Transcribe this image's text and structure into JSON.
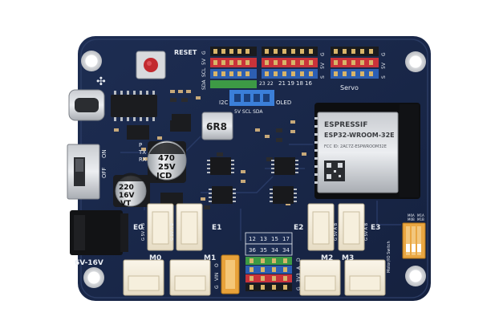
{
  "board": {
    "reset_label": "RESET",
    "servo_label": "Servo",
    "i2c_label": "I2C",
    "oled_label": "OLED",
    "i2c_pins_label": "5V SCL SDA",
    "sda_scl_labels": [
      "SDA",
      "SCL",
      "5V",
      "G"
    ],
    "gpio_top_labels": [
      "21",
      "19",
      "18",
      "16",
      "23",
      "22"
    ],
    "servo_side_labels": [
      "S",
      "5V",
      "G"
    ],
    "servo_right_labels": [
      "S",
      "5V",
      "G"
    ],
    "power_label": "6V-16V",
    "tx_rx_labels": [
      "P",
      "TX",
      "RX"
    ],
    "on_off_labels": [
      "ON",
      "OFF"
    ],
    "inductor_label": "6R8",
    "cap_big": [
      "470",
      "25V",
      "JCD"
    ],
    "cap_small": [
      "220",
      "16V",
      "VT"
    ],
    "module_brand": "ESPRESSIF",
    "module_model": "ESP32-WROOM-32E",
    "module_text_small": "FCC ID: 2AC7Z-ESPWROOM32E",
    "encoder_labels": [
      "E0",
      "E1",
      "E2",
      "E3"
    ],
    "motor_labels": [
      "M0",
      "M1",
      "M2",
      "M3"
    ],
    "bottom_header_top": [
      "12",
      "13",
      "15",
      "17"
    ],
    "bottom_header_mid": [
      "36",
      "35",
      "34",
      "34"
    ],
    "bottom_header_side": [
      "G",
      "VIN",
      "O"
    ],
    "bottom_header_side2": [
      "G",
      "3V3",
      "A",
      "D"
    ],
    "encoder_pin_text": "G 5V A B",
    "switch_label": "Motor/IO Switch",
    "dip_labels": [
      "M0A",
      "M0B",
      "M1A",
      "M1B"
    ]
  }
}
